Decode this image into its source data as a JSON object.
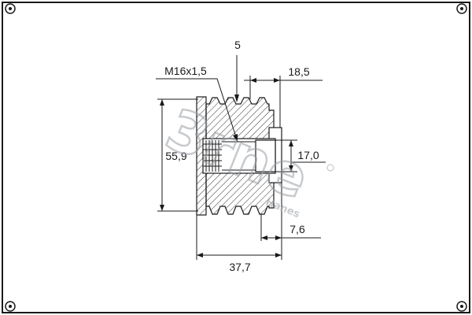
{
  "dimensions": {
    "thread": "M16x1,5",
    "groove_count": "5",
    "width_right": "18,5",
    "inner_diameter": "17,0",
    "outer_diameter": "55,9",
    "offset_right": "7,6",
    "total_width": "37,7"
  },
  "watermark": {
    "brand_text": "3rne",
    "sub_text": "Hanes"
  },
  "colors": {
    "line": "#1a1a1a",
    "hatch": "#3a3a3a",
    "frame": "#1a1a1a",
    "watermark": "#9aa0a6"
  }
}
